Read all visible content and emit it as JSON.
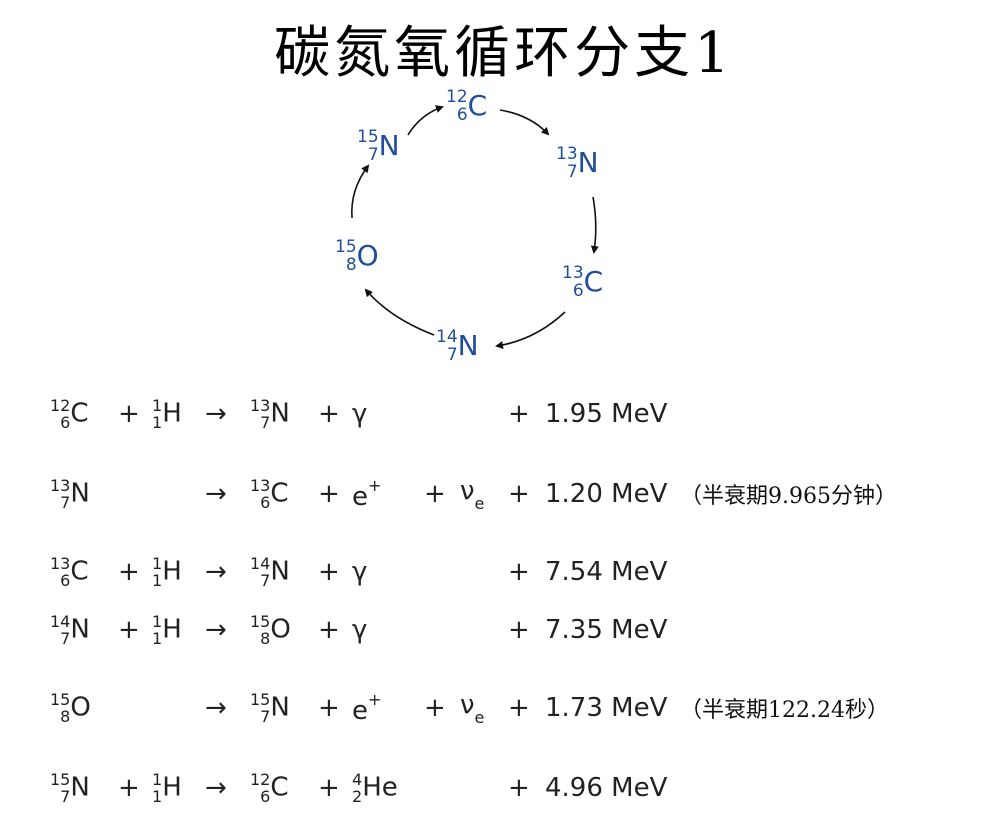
{
  "title": "碳氮氧循环分支1",
  "cycle": [
    {
      "mass": "12",
      "z": "6",
      "sym": "C"
    },
    {
      "mass": "13",
      "z": "7",
      "sym": "N"
    },
    {
      "mass": "13",
      "z": "6",
      "sym": "C"
    },
    {
      "mass": "14",
      "z": "7",
      "sym": "N"
    },
    {
      "mass": "15",
      "z": "8",
      "sym": "O"
    },
    {
      "mass": "15",
      "z": "7",
      "sym": "N"
    }
  ],
  "symbols": {
    "plus": "+",
    "arrow": "→",
    "gamma": "γ",
    "positron": "e",
    "positron_charge": "+",
    "neutrino": "ν",
    "neutrino_sub": "e"
  },
  "reactions": [
    {
      "r1": {
        "mass": "12",
        "z": "6",
        "sym": "C"
      },
      "r2": {
        "mass": "1",
        "z": "1",
        "sym": "H"
      },
      "p1": {
        "mass": "13",
        "z": "7",
        "sym": "N"
      },
      "p2": "γ",
      "energy": "1.95 MeV"
    },
    {
      "r1": {
        "mass": "13",
        "z": "7",
        "sym": "N"
      },
      "p1": {
        "mass": "13",
        "z": "6",
        "sym": "C"
      },
      "p2": "e+",
      "nu": true,
      "energy": "1.20 MeV",
      "note": "（半衰期9.965分钟）"
    },
    {
      "r1": {
        "mass": "13",
        "z": "6",
        "sym": "C"
      },
      "r2": {
        "mass": "1",
        "z": "1",
        "sym": "H"
      },
      "p1": {
        "mass": "14",
        "z": "7",
        "sym": "N"
      },
      "p2": "γ",
      "energy": "7.54 MeV"
    },
    {
      "r1": {
        "mass": "14",
        "z": "7",
        "sym": "N"
      },
      "r2": {
        "mass": "1",
        "z": "1",
        "sym": "H"
      },
      "p1": {
        "mass": "15",
        "z": "8",
        "sym": "O"
      },
      "p2": "γ",
      "energy": "7.35 MeV"
    },
    {
      "r1": {
        "mass": "15",
        "z": "8",
        "sym": "O"
      },
      "p1": {
        "mass": "15",
        "z": "7",
        "sym": "N"
      },
      "p2": "e+",
      "nu": true,
      "energy": "1.73 MeV",
      "note": "（半衰期122.24秒）"
    },
    {
      "r1": {
        "mass": "15",
        "z": "7",
        "sym": "N"
      },
      "r2": {
        "mass": "1",
        "z": "1",
        "sym": "H"
      },
      "p1": {
        "mass": "12",
        "z": "6",
        "sym": "C"
      },
      "p2": {
        "mass": "4",
        "z": "2",
        "sym": "He"
      },
      "energy": "4.96 MeV"
    }
  ],
  "colors": {
    "isotope": "#1f4e9c",
    "text": "#222222"
  }
}
